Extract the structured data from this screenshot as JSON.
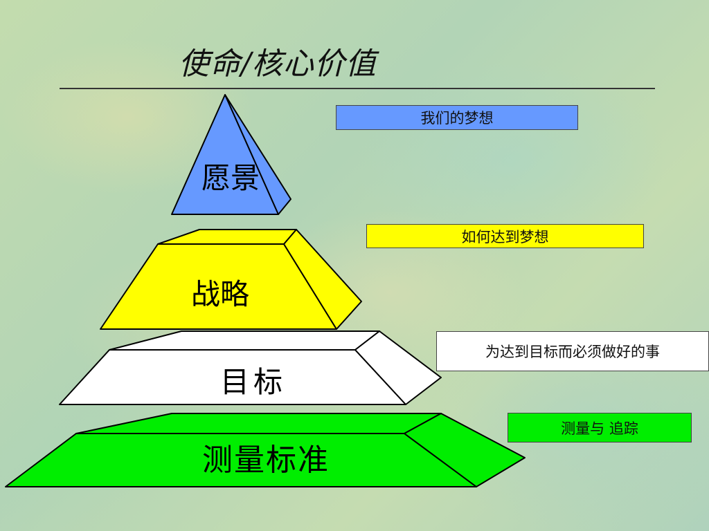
{
  "slide": {
    "title": "使命/核心价值"
  },
  "pyramid": {
    "tiers": [
      {
        "label": "愿景",
        "caption": "我们的梦想",
        "color": "#6699ff"
      },
      {
        "label": "战略",
        "caption": "如何达到梦想",
        "color": "#ffff00"
      },
      {
        "label": "目标",
        "caption": "为达到目标而必须做好的事",
        "color": "#ffffff"
      },
      {
        "label": "测量标准",
        "caption": "测量与 追踪",
        "color": "#00ee00"
      }
    ]
  }
}
